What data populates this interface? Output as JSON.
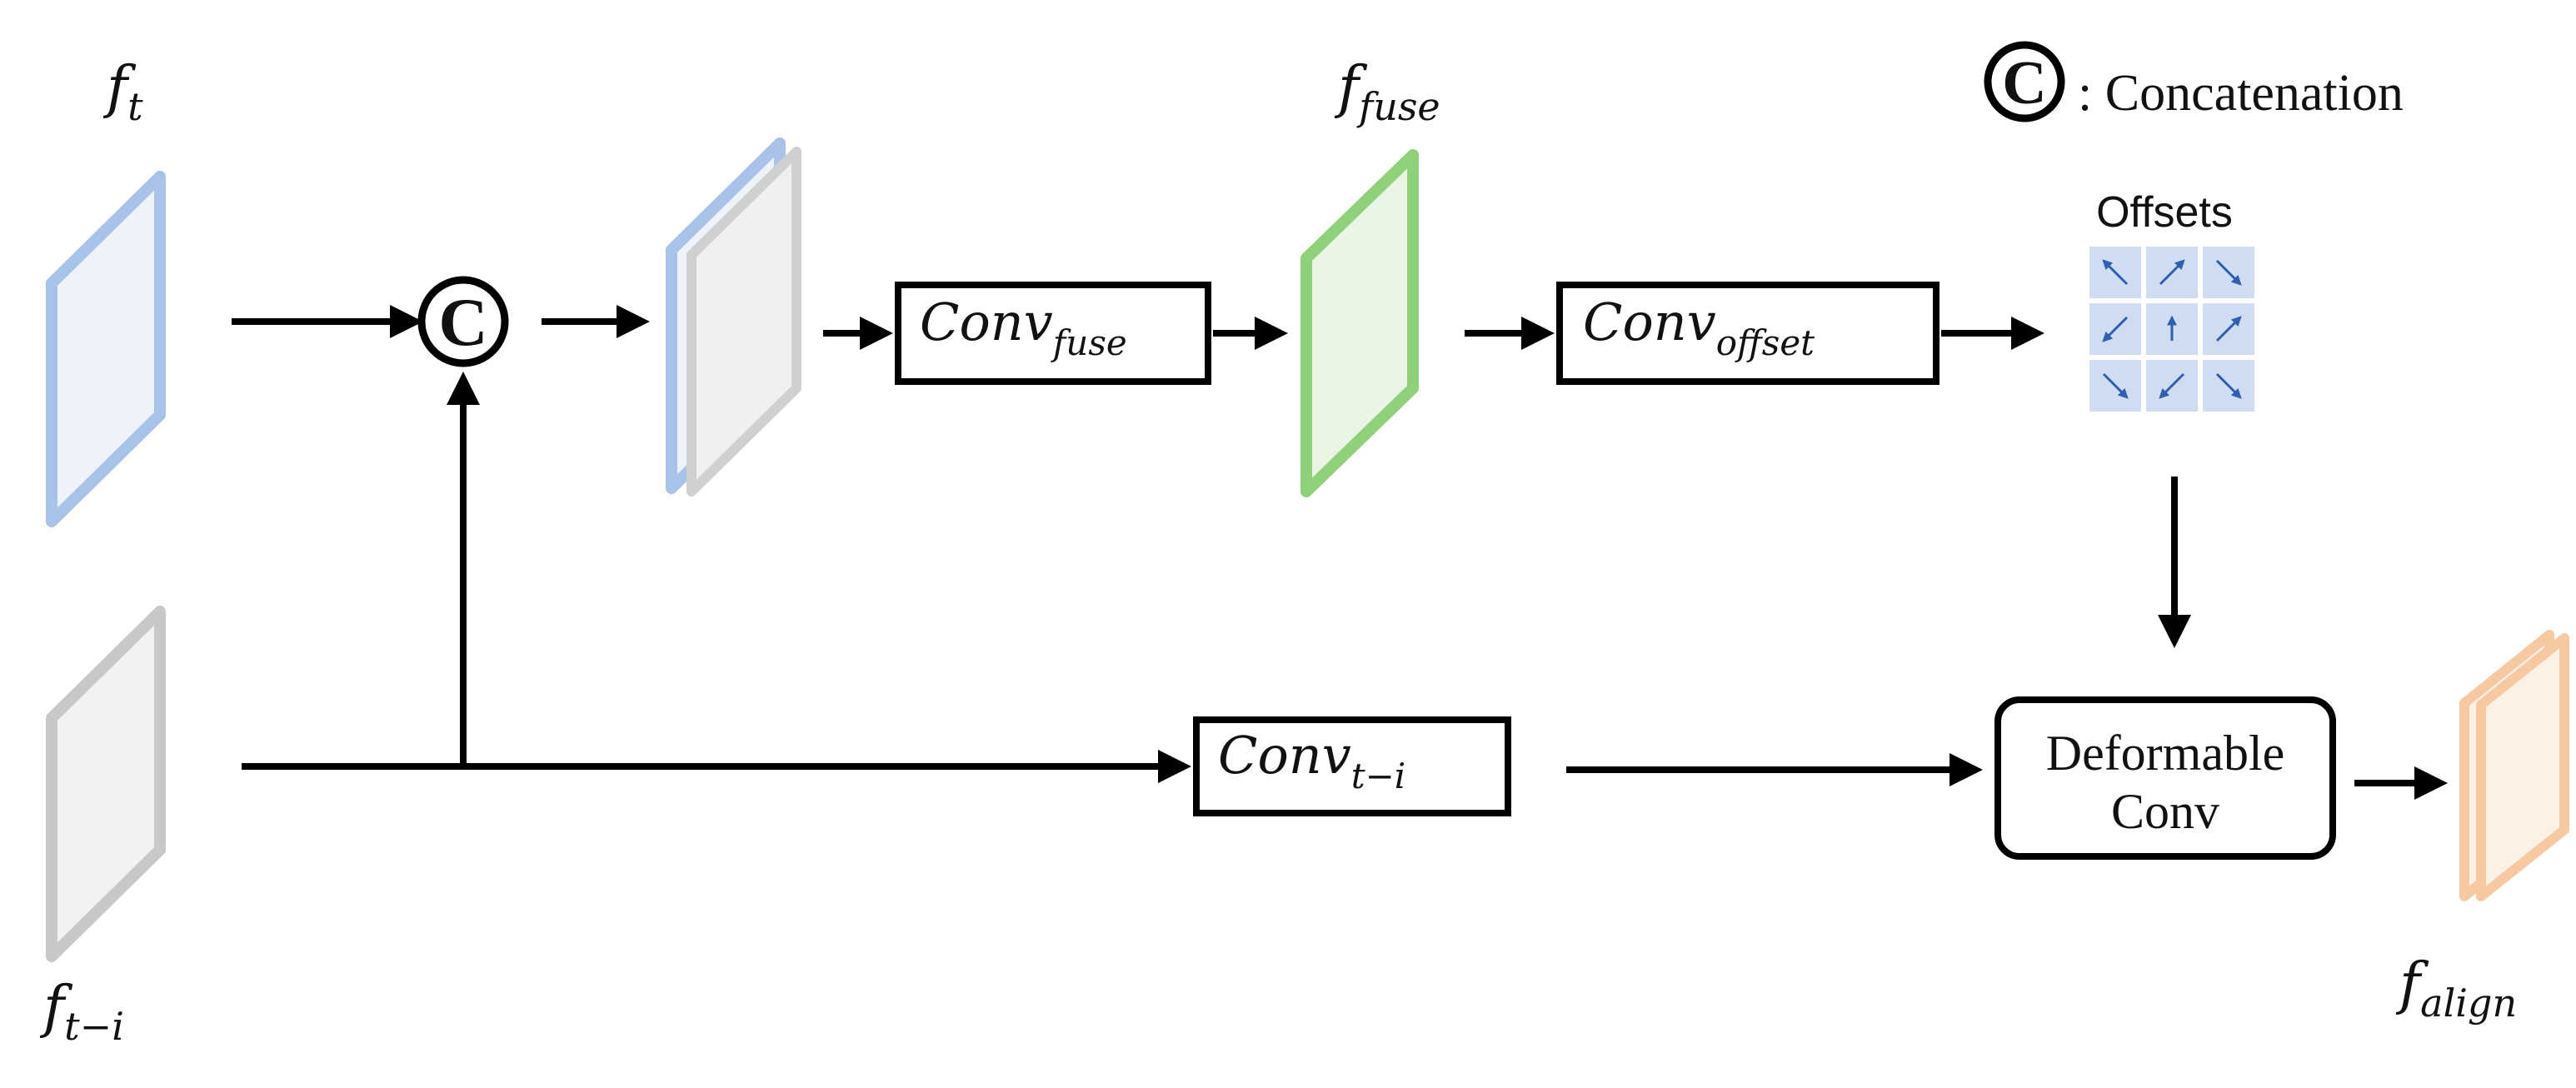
{
  "legend": {
    "symbol": "C",
    "text": ": Concatenation"
  },
  "features": {
    "f_t": {
      "base": "f",
      "sub": "t",
      "color": "#a9c2ea"
    },
    "f_t_minus_i": {
      "base": "f",
      "sub": "t−i",
      "color": "#c8c8c8"
    },
    "f_fuse": {
      "base": "f",
      "sub": "fuse",
      "color": "#8fd07a"
    },
    "f_align": {
      "base": "f",
      "sub": "align",
      "color": "#f6c9a3"
    },
    "concat_color_front": "#d0d0d0",
    "concat_color_back": "#a9c2ea"
  },
  "operations": {
    "concat_symbol": "C",
    "conv_fuse": {
      "base": "Conv",
      "sub": "fuse"
    },
    "conv_offset": {
      "base": "Conv",
      "sub": "offset"
    },
    "conv_t_minus_i": {
      "base": "Conv",
      "sub": "t−i"
    },
    "deformable_line1": "Deformable",
    "deformable_line2": "Conv"
  },
  "offsets": {
    "label": "Offsets",
    "cell_color": "#cfdcf2",
    "arrow_color": "#2f5fb0"
  }
}
